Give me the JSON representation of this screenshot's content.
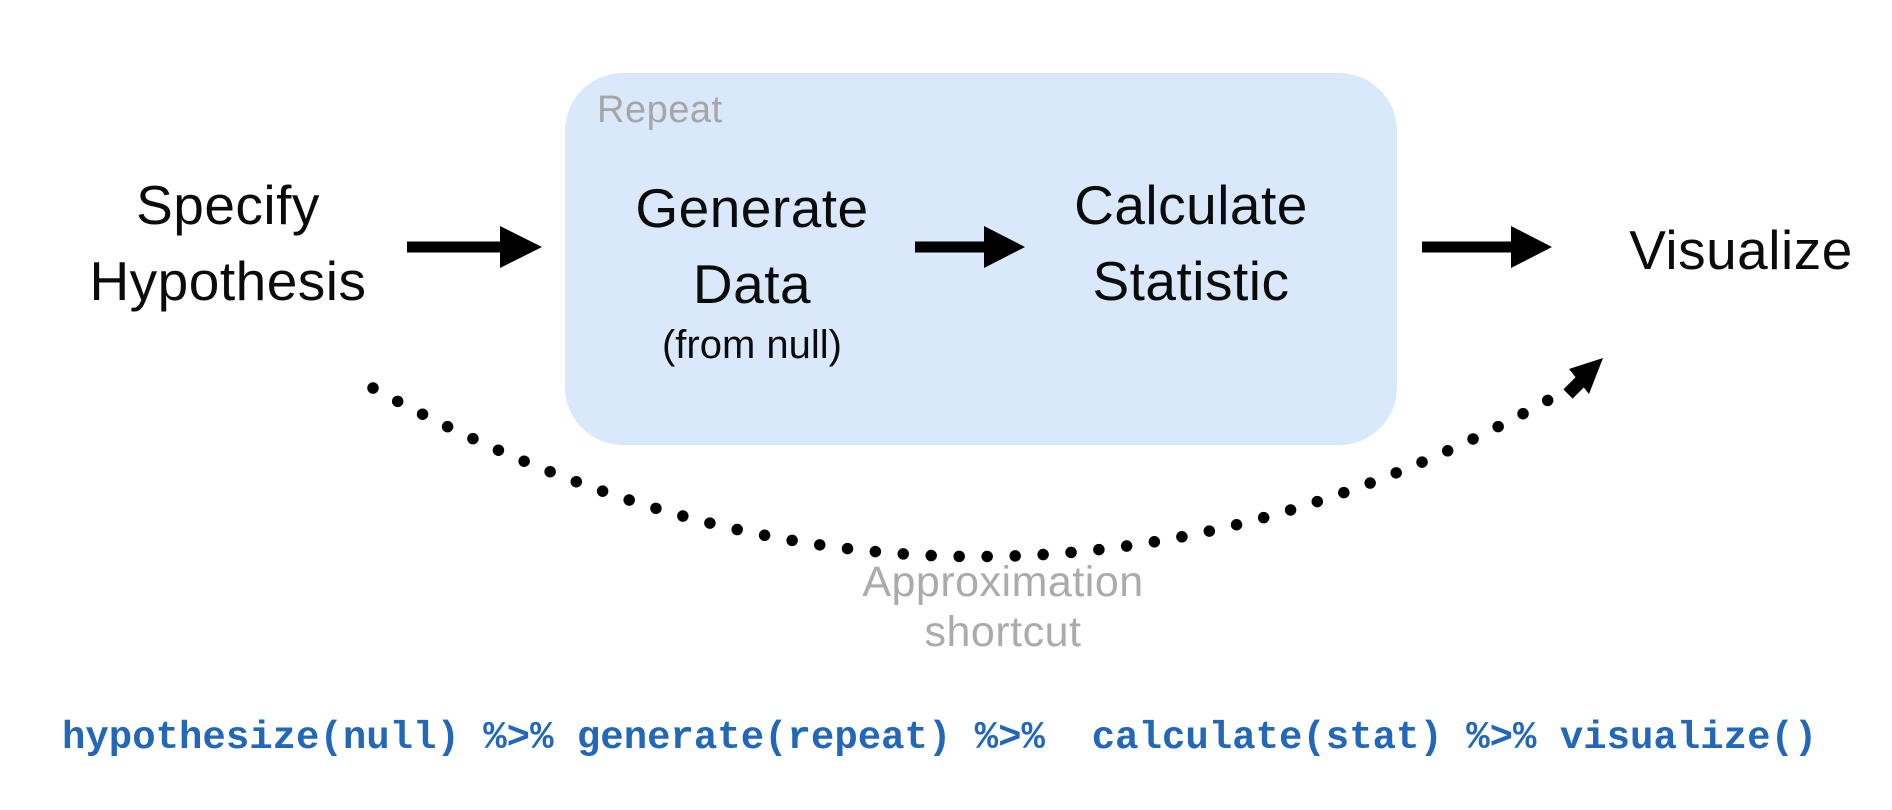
{
  "nodes": {
    "specify": {
      "label": "Specify\nHypothesis"
    },
    "generate": {
      "label": "Generate\nData",
      "sublabel": "(from null)"
    },
    "calculate": {
      "label": "Calculate\nStatistic"
    },
    "visualize": {
      "label": "Visualize"
    }
  },
  "repeat_box": {
    "label": "Repeat",
    "fill": "#d9e8fa",
    "label_color": "#a6a6a6"
  },
  "shortcut": {
    "label": "Approximation shortcut",
    "color": "#ababab"
  },
  "arrows": {
    "color": "#000000"
  },
  "code": {
    "text": "hypothesize(null) %>% generate(repeat) %>%  calculate(stat) %>% visualize()",
    "color": "#2368b8"
  }
}
